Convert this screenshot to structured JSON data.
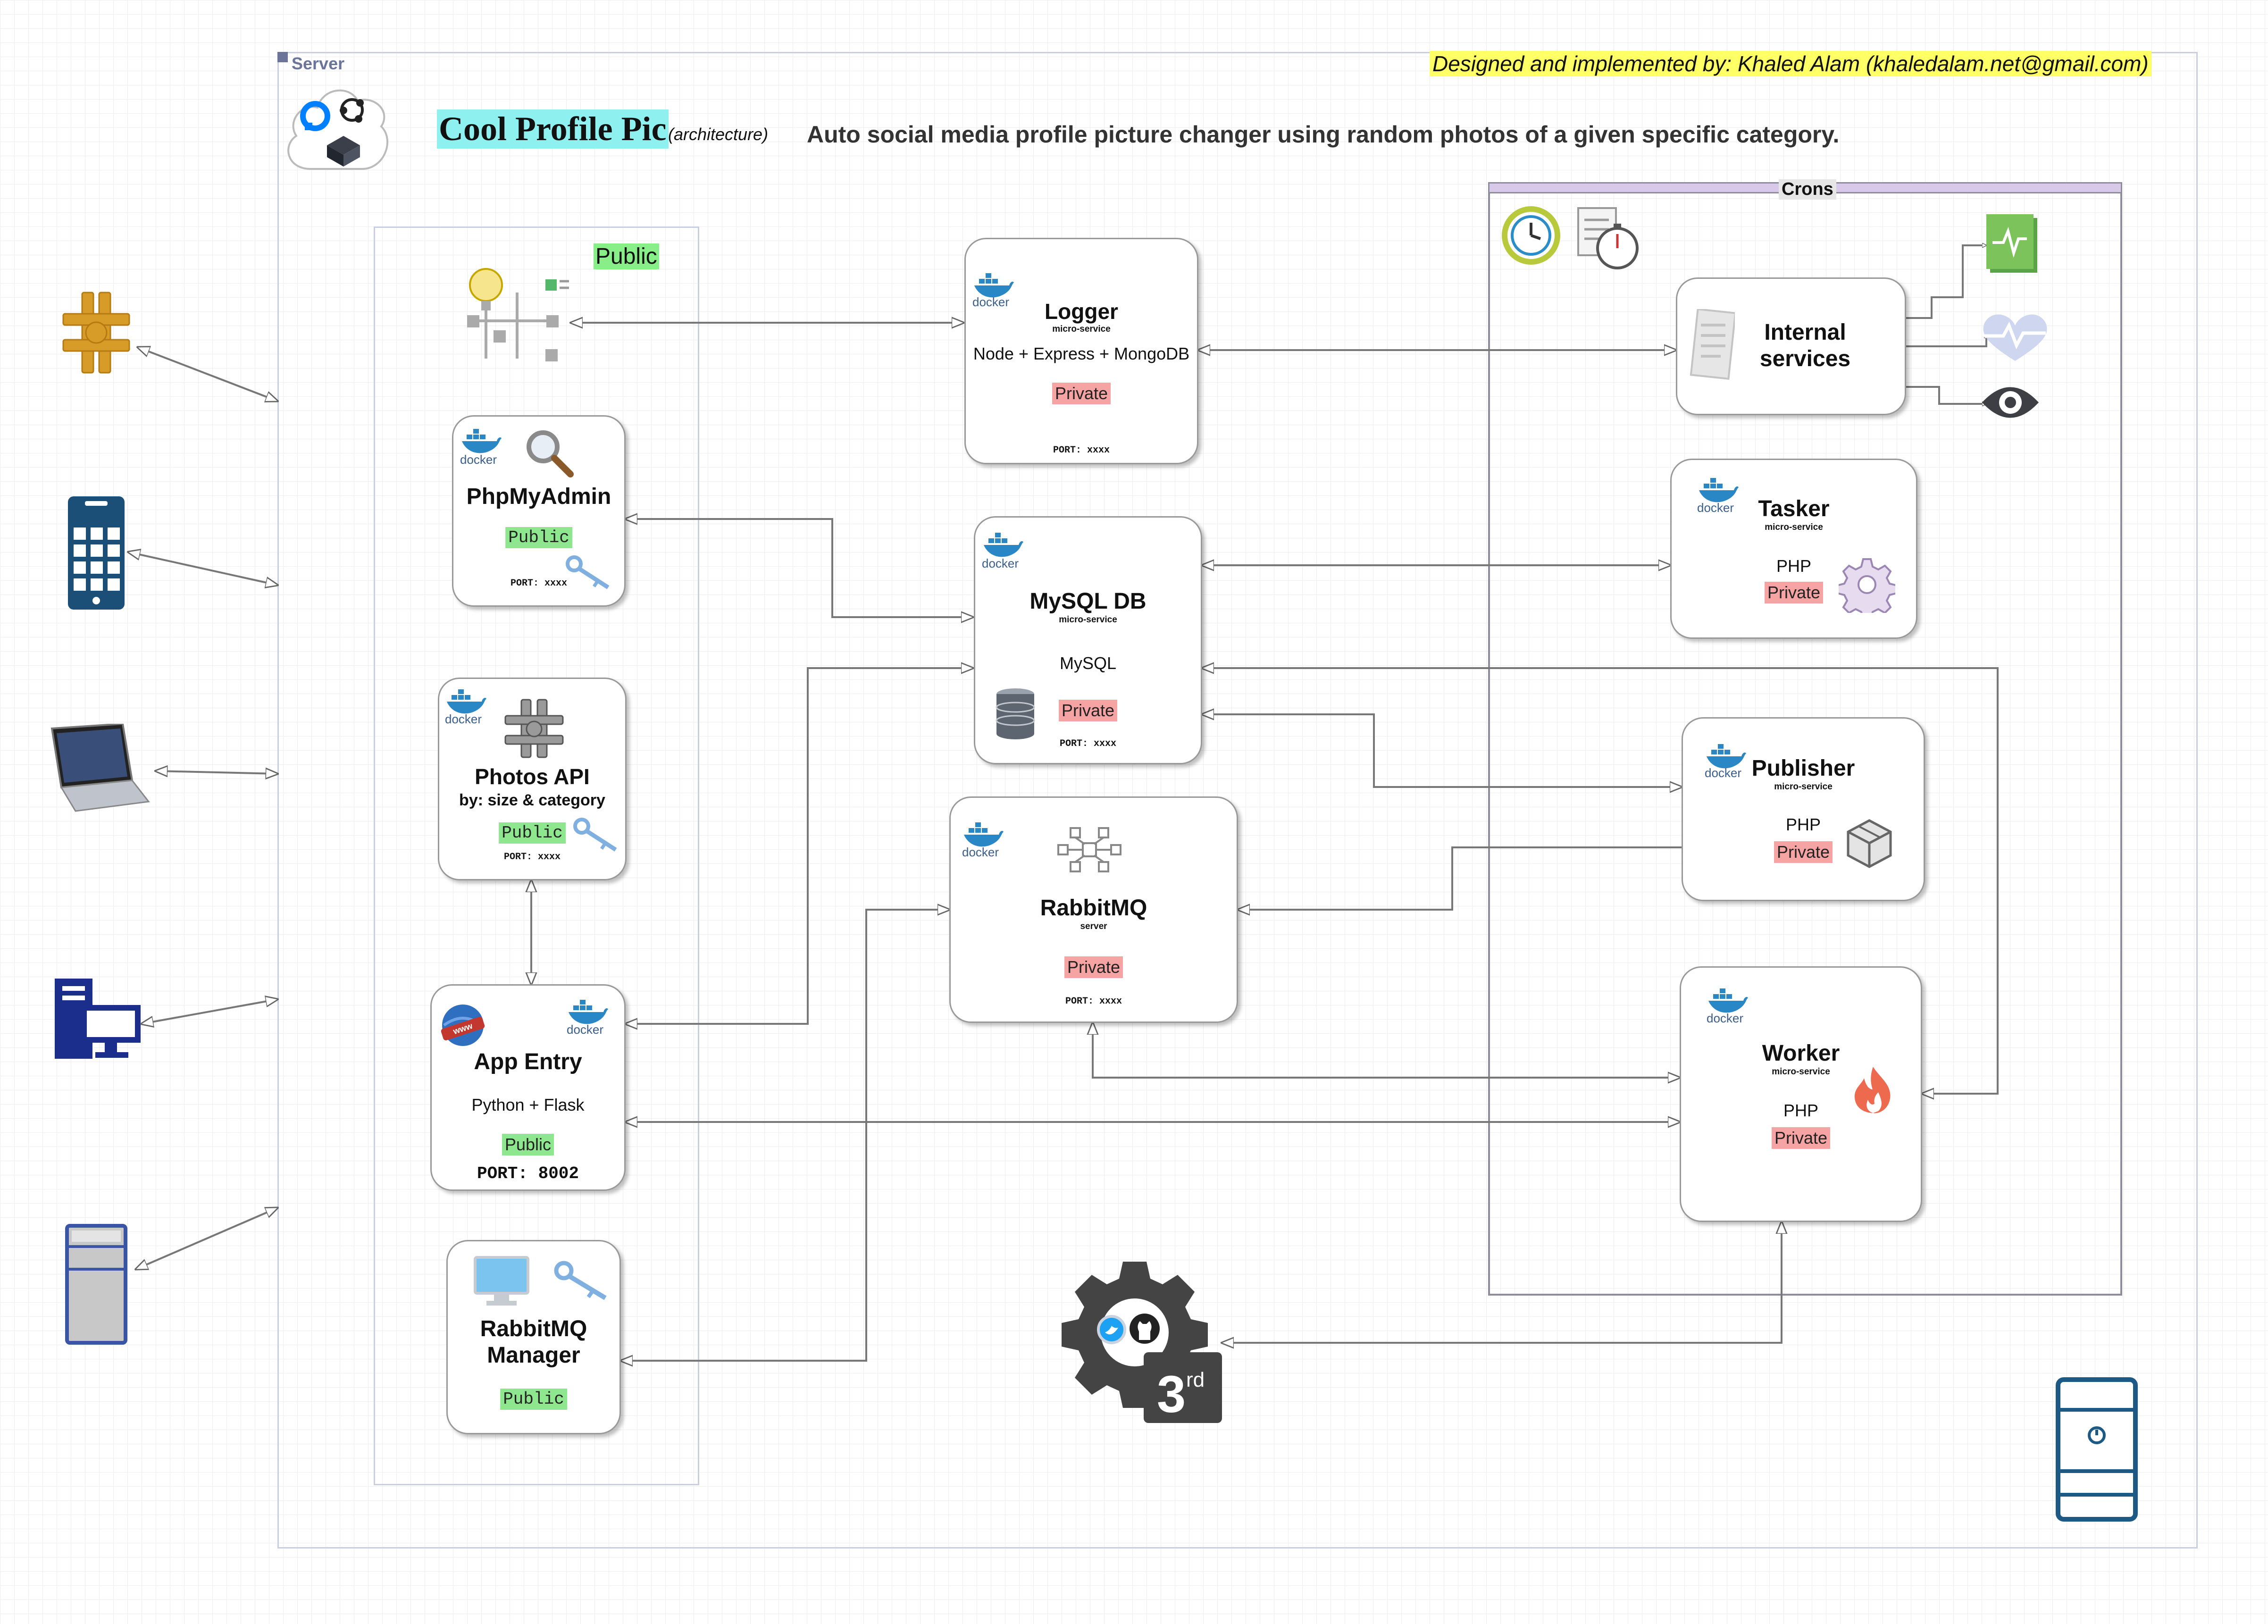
{
  "server_label": "Server",
  "credit": "Designed and implemented by: Khaled Alam (khaledalam.net@gmail.com)",
  "app_title": "Cool Profile Pic",
  "app_subtitle": "(architecture)",
  "description": "Auto social media profile picture changer using random photos of a given specific category.",
  "public_group_label": "Public",
  "crons_label": "Crons",
  "docker_word": "docker",
  "nodes": {
    "logger": {
      "title": "Logger",
      "sub": "micro-service",
      "tech": "Node + Express + MongoDB",
      "access": "Private",
      "port": "PORT: xxxx"
    },
    "phpmyadmin": {
      "title": "PhpMyAdmin",
      "access": "Public",
      "port": "PORT: xxxx"
    },
    "mysql": {
      "title": "MySQL DB",
      "sub": "micro-service",
      "tech": "MySQL",
      "access": "Private",
      "port": "PORT: xxxx"
    },
    "photos_api": {
      "title": "Photos API",
      "tech": "by: size & category",
      "access": "Public",
      "port": "PORT: xxxx"
    },
    "rabbitmq": {
      "title": "RabbitMQ",
      "sub": "server",
      "access": "Private",
      "port": "PORT: xxxx"
    },
    "app_entry": {
      "title": "App Entry",
      "tech": "Python + Flask",
      "access": "Public",
      "port": "PORT: 8002"
    },
    "rabbitmq_manager": {
      "title1": "RabbitMQ",
      "title2": "Manager",
      "access": "Public"
    },
    "internal": {
      "title1": "Internal",
      "title2": "services"
    },
    "tasker": {
      "title": "Tasker",
      "sub": "micro-service",
      "tech": "PHP",
      "access": "Private"
    },
    "publisher": {
      "title": "Publisher",
      "sub": "micro-service",
      "tech": "PHP",
      "access": "Private"
    },
    "worker": {
      "title": "Worker",
      "sub": "micro-service",
      "tech": "PHP",
      "access": "Private"
    },
    "third_party": {
      "label": "3",
      "sup": "rd"
    }
  },
  "clients": [
    {
      "icon": "app-engine-icon"
    },
    {
      "icon": "mobile-phone-icon"
    },
    {
      "icon": "laptop-icon"
    },
    {
      "icon": "desktop-computer-icon"
    },
    {
      "icon": "server-tower-icon"
    }
  ],
  "monitor_icons": [
    "health-check-icon",
    "heartbeat-icon",
    "eye-icon"
  ],
  "colors": {
    "frame": "#c9cfe0",
    "private": "#f5a3a3",
    "public": "#8ee68e",
    "title_highlight": "#8ff0f0",
    "credit_highlight": "#ffff66",
    "crons_bar": "#d8c9e8",
    "docker_blue": "#2a87c6"
  }
}
